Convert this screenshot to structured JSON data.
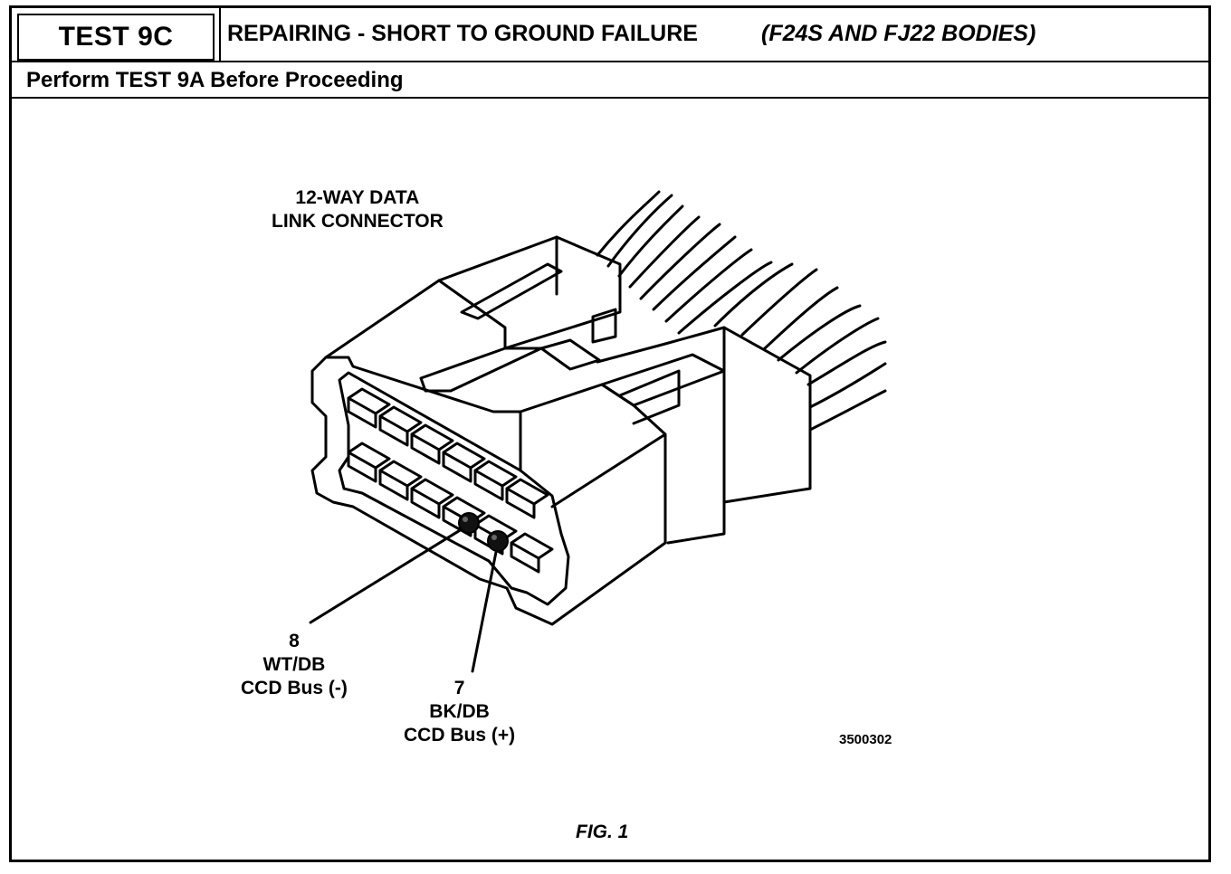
{
  "header": {
    "test_label": "TEST 9C",
    "title": "REPAIRING - SHORT TO GROUND FAILURE",
    "title_italic": "(F24S AND FJ22 BODIES)",
    "subtitle": "Perform TEST 9A Before Proceeding"
  },
  "figure": {
    "connector_label_line1": "12-WAY DATA",
    "connector_label_line2": "LINK CONNECTOR",
    "pin8": {
      "number": "8",
      "wire": "WT/DB",
      "signal": "CCD Bus (-)"
    },
    "pin7": {
      "number": "7",
      "wire": "BK/DB",
      "signal": "CCD Bus (+)"
    },
    "part_number": "3500302",
    "caption": "FIG. 1"
  }
}
